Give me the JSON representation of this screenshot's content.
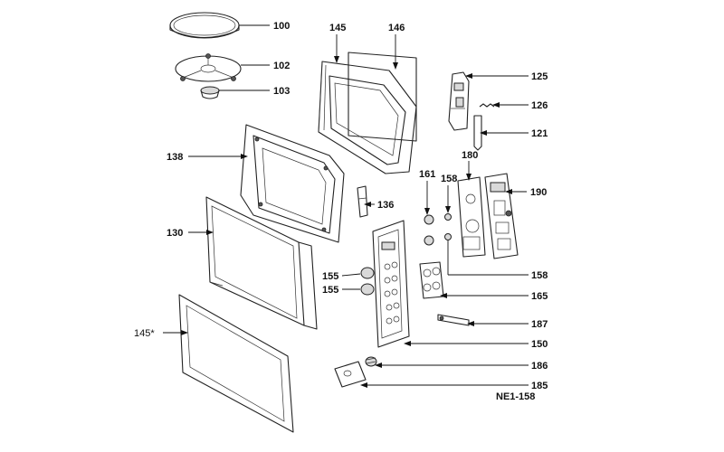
{
  "diagram": {
    "reference_code": "NE1-158",
    "callouts": [
      {
        "id": "c100",
        "label": "100"
      },
      {
        "id": "c102",
        "label": "102"
      },
      {
        "id": "c103",
        "label": "103"
      },
      {
        "id": "c145",
        "label": "145"
      },
      {
        "id": "c146",
        "label": "146"
      },
      {
        "id": "c125",
        "label": "125"
      },
      {
        "id": "c126",
        "label": "126"
      },
      {
        "id": "c121",
        "label": "121"
      },
      {
        "id": "c138",
        "label": "138"
      },
      {
        "id": "c161",
        "label": "161"
      },
      {
        "id": "c158a",
        "label": "158"
      },
      {
        "id": "c180",
        "label": "180"
      },
      {
        "id": "c190",
        "label": "190"
      },
      {
        "id": "c136",
        "label": "136"
      },
      {
        "id": "c130",
        "label": "130"
      },
      {
        "id": "c158b",
        "label": "158"
      },
      {
        "id": "c155a",
        "label": "155"
      },
      {
        "id": "c155b",
        "label": "155"
      },
      {
        "id": "c165",
        "label": "165"
      },
      {
        "id": "c187",
        "label": "187"
      },
      {
        "id": "c145s",
        "label": "145*"
      },
      {
        "id": "c150",
        "label": "150"
      },
      {
        "id": "c186",
        "label": "186"
      },
      {
        "id": "c185",
        "label": "185"
      }
    ]
  }
}
